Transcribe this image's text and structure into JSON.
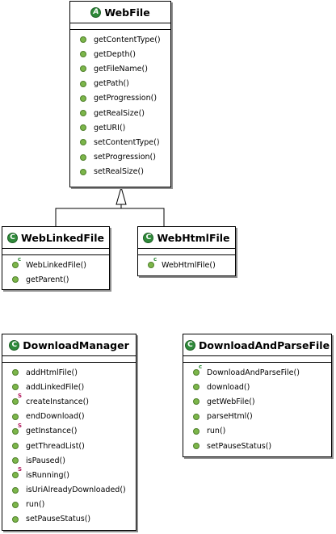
{
  "classes": {
    "webfile": {
      "name": "WebFile",
      "badge": "A",
      "methods": [
        "getContentType()",
        "getDepth()",
        "getFileName()",
        "getPath()",
        "getProgression()",
        "getRealSize()",
        "getURI()",
        "setContentType()",
        "setProgression()",
        "setRealSize()"
      ]
    },
    "weblinkedfile": {
      "name": "WebLinkedFile",
      "badge": "C",
      "methods": [
        "WebLinkedFile()",
        "getParent()"
      ]
    },
    "webhtmlfile": {
      "name": "WebHtmlFile",
      "badge": "C",
      "methods": [
        "WebHtmlFile()"
      ]
    },
    "downloadmanager": {
      "name": "DownloadManager",
      "badge": "C",
      "methods": [
        "addHtmlFile()",
        "addLinkedFile()",
        "createInstance()",
        "endDownload()",
        "getInstance()",
        "getThreadList()",
        "isPaused()",
        "isRunning()",
        "isUriAlreadyDownloaded()",
        "run()",
        "setPauseStatus()"
      ]
    },
    "downloadandparsefile": {
      "name": "DownloadAndParseFile",
      "badge": "C",
      "methods": [
        "DownloadAndParseFile()",
        "download()",
        "getWebFile()",
        "parseHtml()",
        "run()",
        "setPauseStatus()"
      ]
    }
  },
  "method_markers": {
    "constructor": "c",
    "static": "S"
  },
  "colors": {
    "badge": "#2f8a3a",
    "method_dot": "#7cb64a",
    "static_marker": "#b0165a",
    "shadow": "#8f8f8f"
  }
}
